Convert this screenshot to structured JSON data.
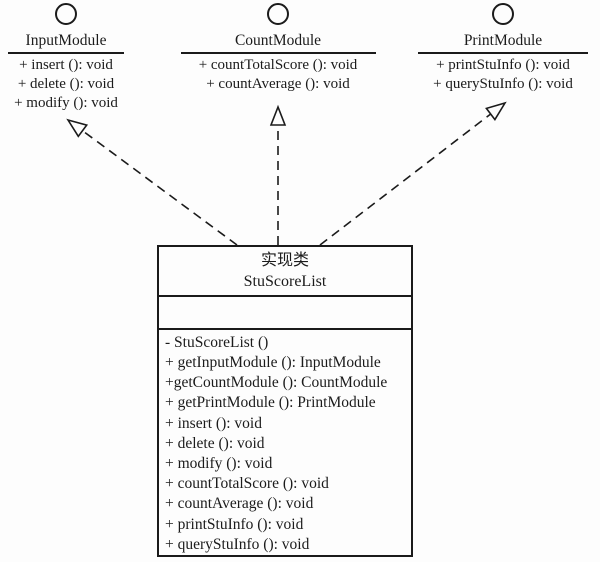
{
  "interfaces": [
    {
      "name": "InputModule",
      "methods": [
        "+ insert (): void",
        "+ delete (): void",
        "+ modify (): void"
      ]
    },
    {
      "name": "CountModule",
      "methods": [
        "+ countTotalScore (): void",
        "+ countAverage (): void"
      ]
    },
    {
      "name": "PrintModule",
      "methods": [
        "+ printStuInfo (): void",
        "+ queryStuInfo (): void"
      ]
    }
  ],
  "implementation_class": {
    "stereotype": "实现类",
    "name": "StuScoreList",
    "attributes": [],
    "methods": [
      "- StuScoreList ()",
      "+ getInputModule (): InputModule",
      "+getCountModule (): CountModule",
      "+ getPrintModule (): PrintModule",
      "+ insert (): void",
      "+ delete (): void",
      "+ modify (): void",
      "+ countTotalScore (): void",
      "+ countAverage (): void",
      "+ printStuInfo (): void",
      "+ queryStuInfo (): void"
    ]
  },
  "colors": {
    "ink": "#1b1b1b",
    "background": "#fdfdfd"
  }
}
